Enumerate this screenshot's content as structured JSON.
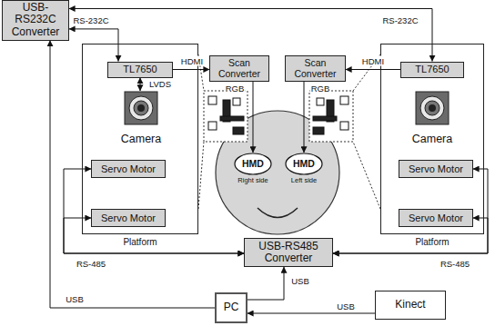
{
  "diagram": {
    "nodes": [
      {
        "text": [
          "USB-RS232C Converter"
        ]
      },
      {
        "text": [
          "Platform"
        ]
      },
      {
        "text": [
          "TL7650"
        ],
        "in": 1
      },
      {
        "text": [
          "Camera"
        ],
        "in": 1
      },
      {
        "text": [
          "Servo Motor"
        ],
        "in": 1
      },
      {
        "text": [
          "Servo Motor"
        ],
        "in": 1
      },
      {
        "text": [
          "Scan Converter"
        ]
      },
      {
        "text": [
          "Scan Converter"
        ]
      },
      {
        "text": [
          "HMD",
          "Right side"
        ]
      },
      {
        "text": [
          "HMD",
          "Left side"
        ]
      },
      {
        "text": [
          "Platform"
        ]
      },
      {
        "text": [
          "TL7650"
        ],
        "in": 10
      },
      {
        "text": [
          "Camera"
        ],
        "in": 10
      },
      {
        "text": [
          "Servo Motor"
        ],
        "in": 10
      },
      {
        "text": [
          "Servo Motor"
        ],
        "in": 10
      },
      {
        "text": [
          "USB-RS485 Converter"
        ]
      },
      {
        "text": [
          "PC"
        ]
      },
      {
        "text": [
          "Kinect"
        ]
      }
    ],
    "edges": [
      {
        "from": 0,
        "to": 2,
        "arrow": "both",
        "label": "RS-232C"
      },
      {
        "from": 0,
        "to": 11,
        "arrow": "both",
        "label": "RS-232C"
      },
      {
        "from": 2,
        "to": 3,
        "arrow": "both",
        "label": "LVDS"
      },
      {
        "from": 2,
        "to": 6,
        "arrow": "to",
        "label": "HDMI"
      },
      {
        "from": 11,
        "to": 7,
        "arrow": "to",
        "label": "HDMI"
      },
      {
        "from": 6,
        "to": 8,
        "arrow": "to",
        "label": "RGB"
      },
      {
        "from": 7,
        "to": 9,
        "arrow": "to",
        "label": "RGB"
      },
      {
        "from": 4,
        "to": 15,
        "arrow": "both"
      },
      {
        "from": 5,
        "to": 15,
        "arrow": "both",
        "label": "RS-485"
      },
      {
        "from": 13,
        "to": 15,
        "arrow": "both"
      },
      {
        "from": 14,
        "to": 15,
        "arrow": "both",
        "label": "RS-485"
      },
      {
        "from": 16,
        "to": 0,
        "arrow": "to",
        "label": "USB"
      },
      {
        "from": 16,
        "to": 15,
        "arrow": "to",
        "label": "USB"
      },
      {
        "from": 17,
        "to": 16,
        "arrow": "to",
        "label": "USB"
      }
    ]
  }
}
